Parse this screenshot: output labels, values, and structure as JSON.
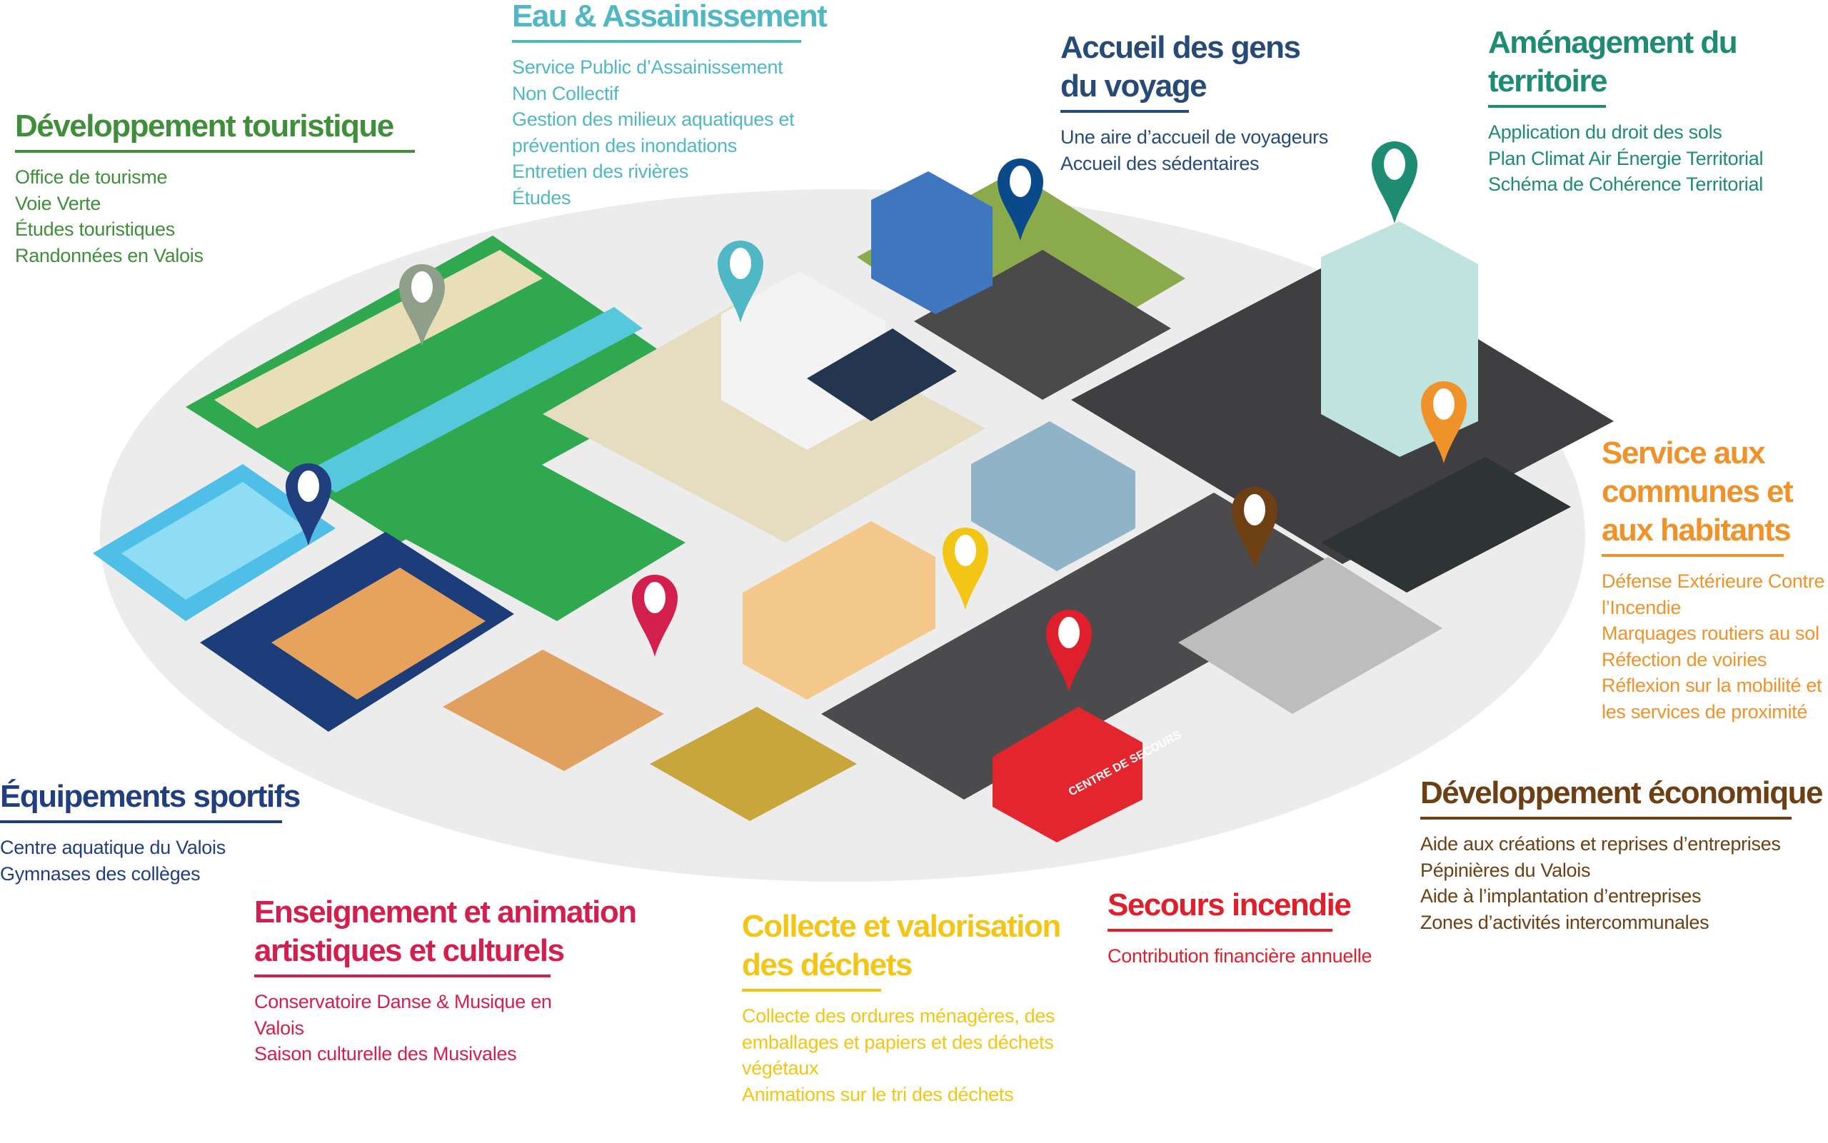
{
  "sections": [
    {
      "id": "tourisme",
      "color": "#3f8f3a",
      "title": [
        "Développement touristique"
      ],
      "items": [
        "Office de tourisme",
        "Voie Verte",
        "Études touristiques",
        "Randonnées en Valois"
      ]
    },
    {
      "id": "eau",
      "color": "#4fb8c4",
      "title": [
        "Eau & Assainissement"
      ],
      "items": [
        "Service Public d’Assainissement",
        "Non Collectif",
        "Gestion des milieux aquatiques et",
        "prévention des inondations",
        "Entretien des rivières",
        "Études"
      ]
    },
    {
      "id": "voyage",
      "color": "#274b79",
      "title": [
        "Accueil des gens",
        "du voyage"
      ],
      "items": [
        "Une aire d’accueil de voyageurs",
        "Accueil des sédentaires"
      ]
    },
    {
      "id": "amenagement",
      "color": "#1e8b73",
      "title": [
        "Aménagement du",
        "territoire"
      ],
      "items": [
        "Application du droit des sols",
        "Plan Climat Air Énergie Territorial",
        "Schéma de Cohérence Territorial"
      ]
    },
    {
      "id": "service",
      "color": "#f0922a",
      "title": [
        "Service aux",
        "communes et",
        "aux habitants"
      ],
      "items": [
        "Défense Extérieure Contre",
        "l’Incendie",
        "Marquages routiers au sol",
        "Réfection de voiries",
        "Réflexion sur la mobilité et",
        "les services de proximité"
      ]
    },
    {
      "id": "economique",
      "color": "#6e3f12",
      "title": [
        "Développement économique"
      ],
      "items": [
        "Aide aux créations et reprises d’entreprises",
        "Pépinières du Valois",
        "Aide à l’implantation d’entreprises",
        "Zones d’activités intercommunales"
      ]
    },
    {
      "id": "secours",
      "color": "#e01f2c",
      "title": [
        "Secours incendie"
      ],
      "items": [
        "Contribution financière annuelle"
      ]
    },
    {
      "id": "collecte",
      "color": "#f3c515",
      "title": [
        "Collecte et valorisation",
        "des déchets"
      ],
      "items": [
        "Collecte des ordures ménagères, des",
        "emballages et papiers et des déchets",
        "végétaux",
        "Animations sur le tri des déchets"
      ]
    },
    {
      "id": "enseignement",
      "color": "#d31f4e",
      "title": [
        "Enseignement et animation",
        "artistiques et culturels"
      ],
      "items": [
        "Conservatoire Danse & Musique en",
        "Valois",
        "Saison culturelle des Musivales"
      ]
    },
    {
      "id": "sportifs",
      "color": "#213f7f",
      "title": [
        "Équipements sportifs"
      ],
      "items": [
        "Centre aquatique du Valois",
        "Gymnases des collèges"
      ]
    }
  ],
  "illustration": {
    "labels": [
      "CENTRE DE SECOURS"
    ]
  }
}
